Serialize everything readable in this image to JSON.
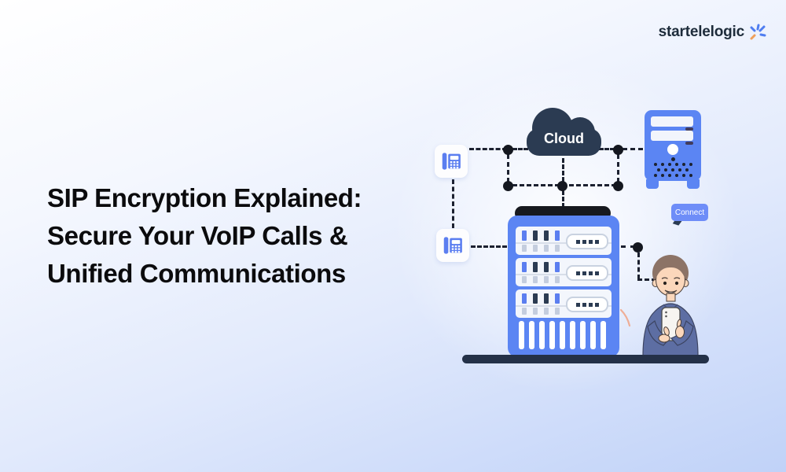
{
  "brand": {
    "name": "startelelogic"
  },
  "headline": {
    "lines": [
      "SIP Encryption Explained:",
      "Secure Your VoIP Calls &",
      "Unified Communications"
    ]
  },
  "illustration": {
    "cloud_label": "Cloud",
    "connect_label": "Connect",
    "icons": [
      "desk-phone-icon",
      "desk-phone-icon",
      "cloud-icon",
      "pc-tower-icon",
      "server-rack-icon",
      "smartphone-icon",
      "person-illustration",
      "sparkle-icon"
    ]
  },
  "colors": {
    "accent_blue": "#5b85f3",
    "dark_navy": "#2b3b52",
    "node_black": "#14171f",
    "bubble_blue": "#6e8df8",
    "headline_text": "#0b0b0d",
    "background_bottom": "#c0d2f8",
    "shirt_blue": "#5d6ea3",
    "skin": "#fbd7bb",
    "hair_brown": "#8c7366"
  }
}
